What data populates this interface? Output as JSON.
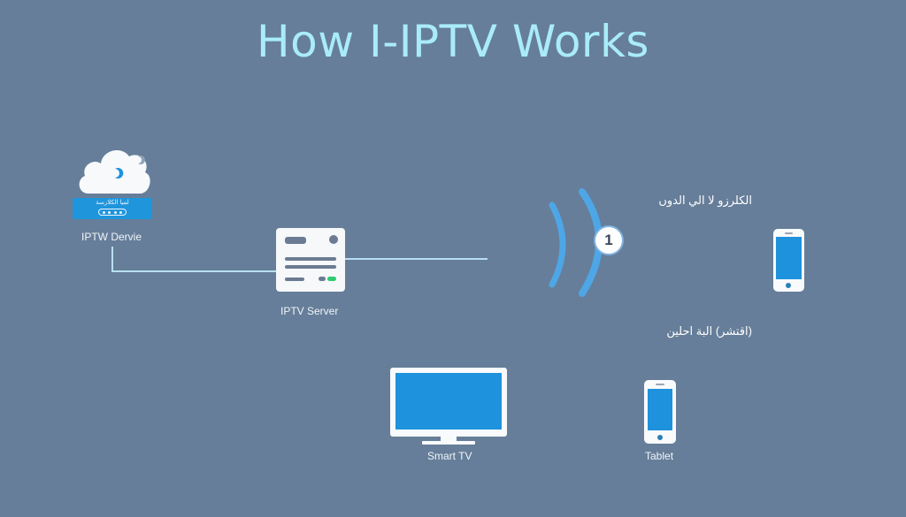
{
  "title": "How I-IPTV Works",
  "colors": {
    "background": "#667e99",
    "title": "#a9ecf7",
    "accent_blue": "#1e92dd",
    "wave_blue": "#4ea6e6",
    "connector_line": "#b8dff0",
    "status_green": "#2ecc71"
  },
  "nodes": {
    "device": {
      "label": "IPTW Dervie",
      "icon": "cloud-icon",
      "bar_text": "لميا الكلارسة"
    },
    "server": {
      "label": "IPTV Server",
      "icon": "server-icon"
    },
    "signal": {
      "icon": "wireless-signal-icon",
      "badge": "1"
    },
    "phone": {
      "icon": "smartphone-icon",
      "caption_top": "الكلرزو لا الي الدوں",
      "caption_bottom": "(اقتشر) البة احلين"
    },
    "smart_tv": {
      "label": "Smart TV",
      "icon": "tv-icon"
    },
    "tablet": {
      "label": "Tablet",
      "icon": "tablet-icon"
    }
  }
}
